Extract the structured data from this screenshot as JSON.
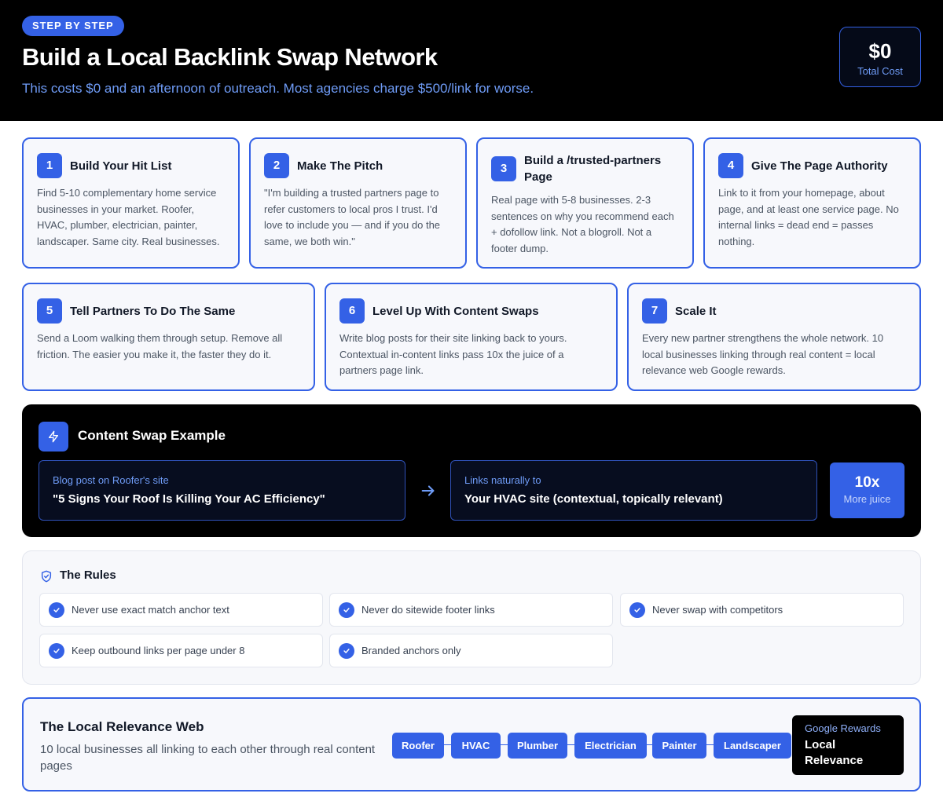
{
  "header": {
    "badge": "STEP BY STEP",
    "title": "Build a Local Backlink Swap Network",
    "subtitle": "This costs $0 and an afternoon of outreach. Most agencies charge $500/link for worse.",
    "cost_value": "$0",
    "cost_label": "Total Cost"
  },
  "steps": [
    {
      "num": "1",
      "title": "Build Your Hit List",
      "desc": "Find 5-10 complementary home service businesses in your market. Roofer, HVAC, plumber, electrician, painter, landscaper. Same city. Real businesses."
    },
    {
      "num": "2",
      "title": "Make The Pitch",
      "desc": "\"I'm building a trusted partners page to refer customers to local pros I trust. I'd love to include you — and if you do the same, we both win.\""
    },
    {
      "num": "3",
      "title": "Build a /trusted-partners Page",
      "desc": "Real page with 5-8 businesses. 2-3 sentences on why you recommend each + dofollow link. Not a blogroll. Not a footer dump."
    },
    {
      "num": "4",
      "title": "Give The Page Authority",
      "desc": "Link to it from your homepage, about page, and at least one service page. No internal links = dead end = passes nothing."
    },
    {
      "num": "5",
      "title": "Tell Partners To Do The Same",
      "desc": "Send a Loom walking them through setup. Remove all friction. The easier you make it, the faster they do it."
    },
    {
      "num": "6",
      "title": "Level Up With Content Swaps",
      "desc": "Write blog posts for their site linking back to yours. Contextual in-content links pass 10x the juice of a partners page link."
    },
    {
      "num": "7",
      "title": "Scale It",
      "desc": "Every new partner strengthens the whole network. 10 local businesses linking through real content = local relevance web Google rewards."
    }
  ],
  "swap": {
    "title": "Content Swap Example",
    "from_label": "Blog post on Roofer's site",
    "from_text": "\"5 Signs Your Roof Is Killing Your AC Efficiency\"",
    "to_label": "Links naturally to",
    "to_text": "Your HVAC site (contextual, topically relevant)",
    "multiplier": "10x",
    "multiplier_label": "More juice"
  },
  "rules": {
    "title": "The Rules",
    "items": [
      "Never use exact match anchor text",
      "Never do sitewide footer links",
      "Never swap with competitors",
      "Keep outbound links per page under 8",
      "Branded anchors only"
    ]
  },
  "web": {
    "title": "The Local Relevance Web",
    "desc": "10 local businesses all linking to each other through real content pages",
    "nodes": [
      "Roofer",
      "HVAC",
      "Plumber",
      "Electrician",
      "Painter",
      "Landscaper"
    ],
    "reward_label": "Google Rewards",
    "reward_text": "Local Relevance"
  },
  "colors": {
    "accent": "#3461e6",
    "header_bg": "#000000",
    "subtitle": "#6f9cf7"
  }
}
